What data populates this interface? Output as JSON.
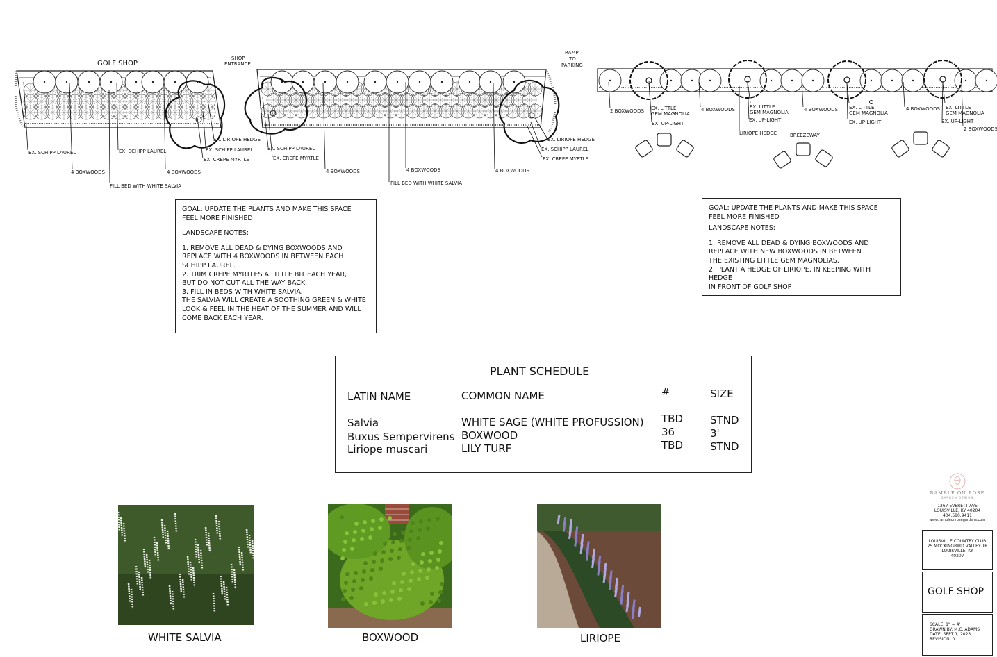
{
  "labels": {
    "golf_shop": "GOLF SHOP",
    "shop_entrance_1": "SHOP",
    "shop_entrance_2": "ENTRANCE",
    "ramp_1": "RAMP",
    "ramp_2": "TO",
    "ramp_3": "PARKING",
    "ex_schipp_laurel": "EX. SCHIPP LAUREL",
    "four_boxwoods": "4 BOXWOODS",
    "fill_bed": "FILL BED WITH WHITE SALVIA",
    "ex_liriope_hedge": "EX. LIRIOPE HEDGE",
    "ex_crepe_myrtle": "EX. CREPE MYRTLE",
    "two_boxwoods": "2 BOXWOODS",
    "ex_little_1": "EX. LITTLE",
    "gem_magnolia": "GEM MAGNOLIA",
    "ex_up_light": "EX. UP-LIGHT",
    "liriope_hedge": "LIRIOPE HEDGE",
    "breezeway": "BREEZEWAY"
  },
  "notes_left": {
    "goal": [
      "GOAL: UPDATE THE PLANTS AND MAKE THIS SPACE",
      "FEEL MORE FINISHED"
    ],
    "heading": "LANDSCAPE NOTES:",
    "lines": [
      "1. REMOVE ALL DEAD & DYING BOXWOODS AND",
      "REPLACE WITH 4 BOXWOODS IN BETWEEN EACH",
      "SCHIPP LAUREL.",
      "2. TRIM CREPE MYRTLES A LITTLE BIT EACH YEAR,",
      "BUT DO NOT CUT ALL THE WAY BACK.",
      "3. FILL IN BEDS WITH WHITE SALVIA.",
      "THE SALVIA WILL CREATE A SOOTHING GREEN & WHITE",
      "LOOK & FEEL IN THE HEAT OF THE SUMMER AND WILL",
      "COME BACK EACH YEAR."
    ]
  },
  "notes_right": {
    "goal": [
      "GOAL: UPDATE THE PLANTS AND MAKE THIS SPACE",
      "FEEL MORE FINISHED"
    ],
    "heading": "LANDSCAPE NOTES:",
    "lines": [
      "1. REMOVE ALL DEAD & DYING BOXWOODS AND",
      "REPLACE WITH NEW BOXWOODS IN BETWEEN",
      "THE EXISTING LITTLE GEM MAGNOLIAS.",
      "2. PLANT A HEDGE OF LIRIOPE, IN KEEPING WITH HEDGE",
      "IN FRONT OF GOLF SHOP"
    ]
  },
  "schedule": {
    "title": "PLANT SCHEDULE",
    "headers": {
      "latin": "LATIN NAME",
      "common": "COMMON NAME",
      "count": "#",
      "size": "SIZE"
    },
    "rows": [
      {
        "latin": "Salvia",
        "common": "WHITE SAGE (WHITE PROFUSSION)",
        "count": "TBD",
        "size": "STND"
      },
      {
        "latin": "Buxus Sempervirens",
        "common": "BOXWOOD",
        "count": "36",
        "size": "3'"
      },
      {
        "latin": "Liriope muscari",
        "common": "LILY TURF",
        "count": "TBD",
        "size": "STND"
      }
    ]
  },
  "photos": [
    {
      "caption": "WHITE SALVIA"
    },
    {
      "caption": "BOXWOOD"
    },
    {
      "caption": "LIRIOPE"
    }
  ],
  "title_block": {
    "logo_name": "RAMBLE ON ROSE",
    "logo_sub": "GARDEN DESIGN",
    "address": [
      "1267 EVERETT AVE",
      "LOUISVILLE, KY 40204",
      "404.580.9411",
      "www.rambleonrosegardens.com"
    ],
    "client": [
      "LOUISVILLE COUNTRY CLUB",
      "25 MOCKINGBIRD VALLEY TR",
      "LOUISVILLE, KY",
      "40207"
    ],
    "sheet_title": "GOLF SHOP",
    "details": [
      "SCALE: 1\" = 4'",
      "DRAWN BY: M.C. ADAMS",
      "DATE: SEPT 1, 2023",
      "REVISION: 0"
    ]
  },
  "colors": {
    "ink": "#111111",
    "salvia": "#4f6e34",
    "boxwood": "#6fa628",
    "liriope": "#8a7fc4",
    "logo": "#e3b3ab"
  }
}
